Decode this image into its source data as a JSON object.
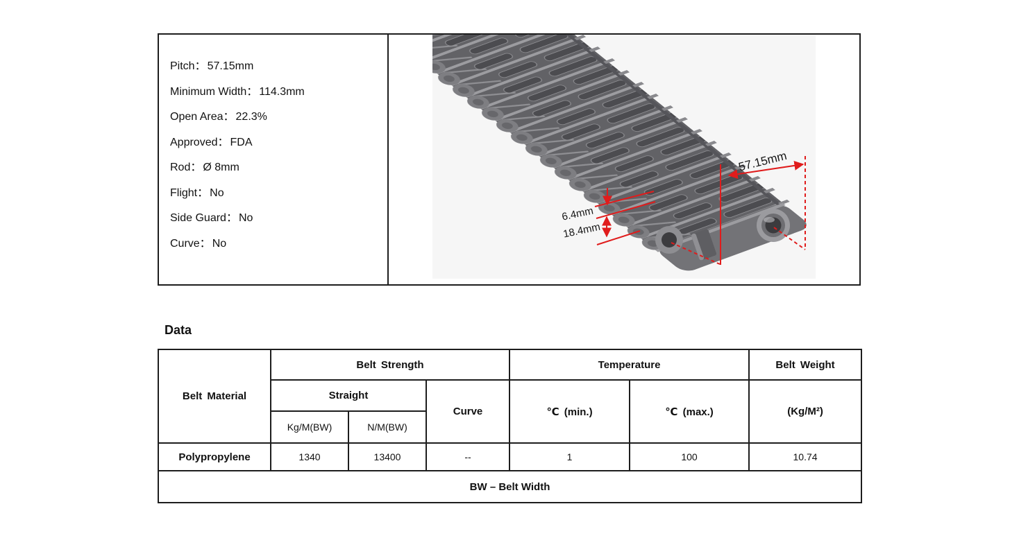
{
  "spec_panel": {
    "specs": [
      {
        "label": "Pitch：",
        "value": "57.15mm"
      },
      {
        "label": "Minimum Width：",
        "value": "114.3mm"
      },
      {
        "label": "Open Area：",
        "value": "22.3%"
      },
      {
        "label": "Approved：",
        "value": "FDA"
      },
      {
        "label": "Rod：",
        "value": "Ø 8mm"
      },
      {
        "label": "Flight：",
        "value": "No"
      },
      {
        "label": "Side Guard：",
        "value": "No"
      },
      {
        "label": "Curve：",
        "value": "No"
      }
    ]
  },
  "diagram": {
    "description": "3D render of gray plastic modular conveyor belt with red dimension annotations",
    "dimension_labels": {
      "pitch": "57.15mm",
      "rib_spacing": "6.4mm",
      "thickness": "18.4mm"
    },
    "colors": {
      "annotation_red": "#e01c1c",
      "belt_base": "#626266",
      "belt_rib": "#9c9ca0",
      "image_background": "#f6f6f6"
    }
  },
  "data_section": {
    "heading": "Data",
    "table": {
      "headers": {
        "belt_material": "Belt Material",
        "belt_strength": "Belt Strength",
        "straight": "Straight",
        "strength_kg": "Kg/M(BW)",
        "strength_n": "N/M(BW)",
        "curve": "Curve",
        "temperature": "Temperature",
        "temp_min": "℃ (min.)",
        "temp_max": "℃ (max.)",
        "belt_weight": "Belt Weight",
        "belt_weight_unit": "(Kg/M²)"
      },
      "rows": [
        {
          "material": "Polypropylene",
          "strength_kg": "1340",
          "strength_n": "13400",
          "curve": "--",
          "temp_min": "1",
          "temp_max": "100",
          "weight": "10.74"
        }
      ],
      "footnote": "BW – Belt Width"
    }
  }
}
